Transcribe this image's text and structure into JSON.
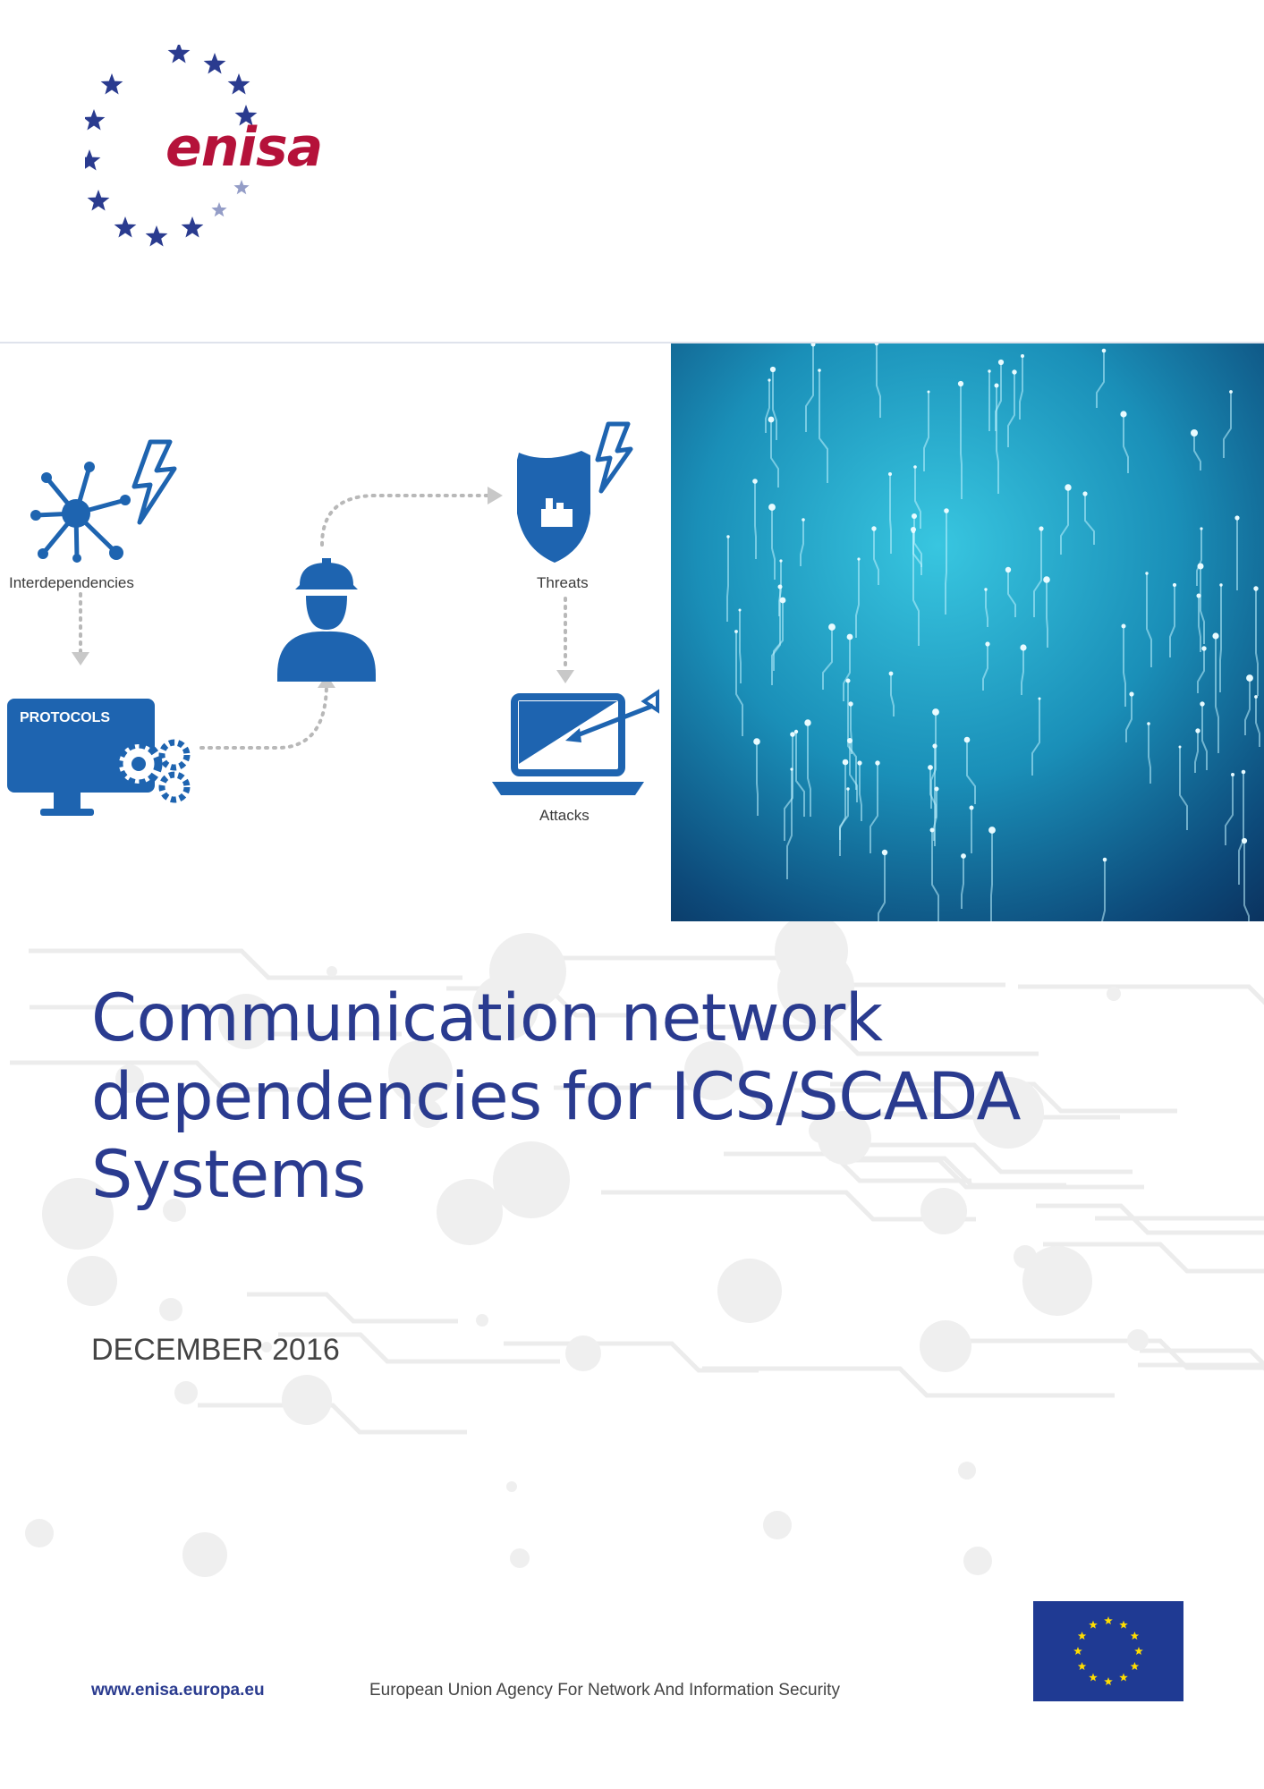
{
  "logo": {
    "text": "enisa",
    "text_color": "#b5123a",
    "star_color": "#2a3b8f"
  },
  "banner": {
    "labels": {
      "interdependencies": "Interdependencies",
      "protocols": "PROTOCOLS",
      "threats": "Threats",
      "attacks": "Attacks"
    },
    "icon_color": "#1e64b0",
    "icon_names": [
      "network-node-icon",
      "lightning-icon",
      "monitor-gears-icon",
      "worker-icon",
      "shield-factory-icon",
      "laptop-arrow-icon"
    ],
    "europe_gradient": [
      "#1aa8c8",
      "#0b4f78",
      "#0a2a55"
    ]
  },
  "title": {
    "lines": [
      "Communication network",
      "dependencies for ICS/SCADA",
      "Systems"
    ],
    "color": "#2a3b8f"
  },
  "date": "DECEMBER 2016",
  "footer": {
    "url": "www.enisa.europa.eu",
    "agency": "European Union Agency For Network And Information Security",
    "url_color": "#2a3b8f"
  },
  "eu_flag": {
    "background": "#1f3a93",
    "star_color": "#ffdd00"
  }
}
